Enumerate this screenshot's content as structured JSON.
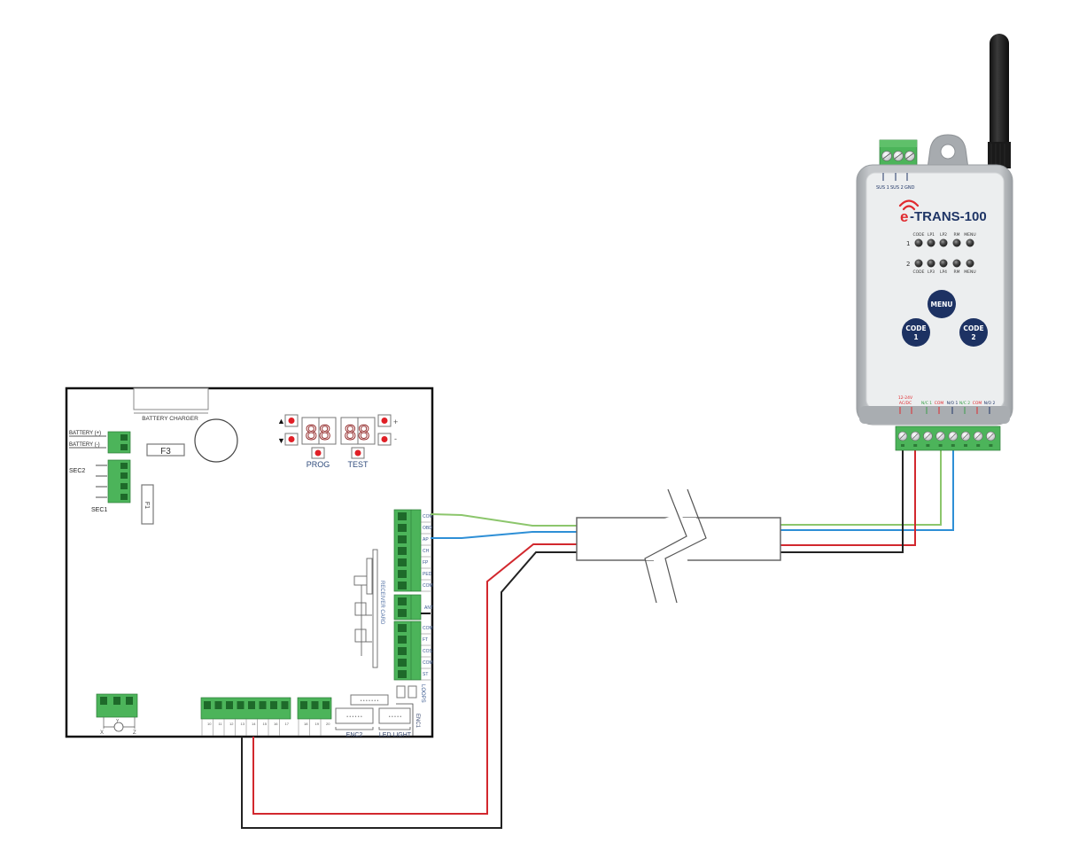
{
  "control_board": {
    "battery_charger_label": "BATTERY CHARGER",
    "battery_plus_label": "BATTERY (+)",
    "battery_minus_label": "BATTERY (-)",
    "sec2_label": "SEC2",
    "sec1_label": "SEC1",
    "fuse_f3_label": "F3",
    "fuse_f1_label": "F1",
    "up_arrow": "▲",
    "down_arrow": "▼",
    "plus_label": "+",
    "minus_label": "-",
    "prog_label": "PROG",
    "test_label": "TEST",
    "display_left": "88",
    "display_right": "88",
    "receiver_card_label": "RECEIVER CARD",
    "right_terminals_top": [
      "COM",
      "OBD",
      "AP",
      "CH",
      "FP",
      "PED",
      "COM"
    ],
    "ant_label": "ANT",
    "right_terminals_bottom": [
      "COM",
      "FT",
      "COS",
      "COM",
      "ST"
    ],
    "motor_terminals": [
      "X",
      "Y",
      "Z"
    ],
    "bottom_terminals": [
      "10",
      "11",
      "12",
      "13",
      "14",
      "15",
      "16",
      "17"
    ],
    "bottom_terminals_2": [
      "18",
      "19",
      "20"
    ],
    "enc2_label": "ENC2",
    "led_light_label": "LED LIGHT",
    "enc1_label": "ENC1",
    "loops_label": "LOOPS"
  },
  "device": {
    "brand_prefix": "e",
    "brand_name": "-TRANS-100",
    "top_terminals": [
      "SUS 1",
      "SUS 2",
      "GND"
    ],
    "led_row1_number": "1",
    "led_row1_labels": [
      "CODE",
      "LP1",
      "LP2",
      "RM",
      "MENU"
    ],
    "led_row2_number": "2",
    "led_row2_labels": [
      "CODE",
      "LP3",
      "LP4",
      "RM",
      "MENU"
    ],
    "menu_button": "MENU",
    "code1_button_line1": "CODE",
    "code1_button_line2": "1",
    "code2_button_line1": "CODE",
    "code2_button_line2": "2",
    "power_label_line1": "12-24V",
    "power_label_line2": "AC/DC",
    "bottom_terminals": [
      "N/C 1",
      "COM",
      "N/O 1",
      "N/C 2",
      "COM",
      "N/O 2"
    ],
    "colors": {
      "brand_red": "#e02a2f",
      "brand_navy": "#1f3566",
      "button_navy": "#1d3263",
      "terminal_green": "#4db35a",
      "housing_gray": "#b9bcbf"
    }
  },
  "wires": {
    "green": "#8cc66c",
    "blue": "#2e8fd6",
    "red": "#d2282e",
    "black": "#222222"
  }
}
